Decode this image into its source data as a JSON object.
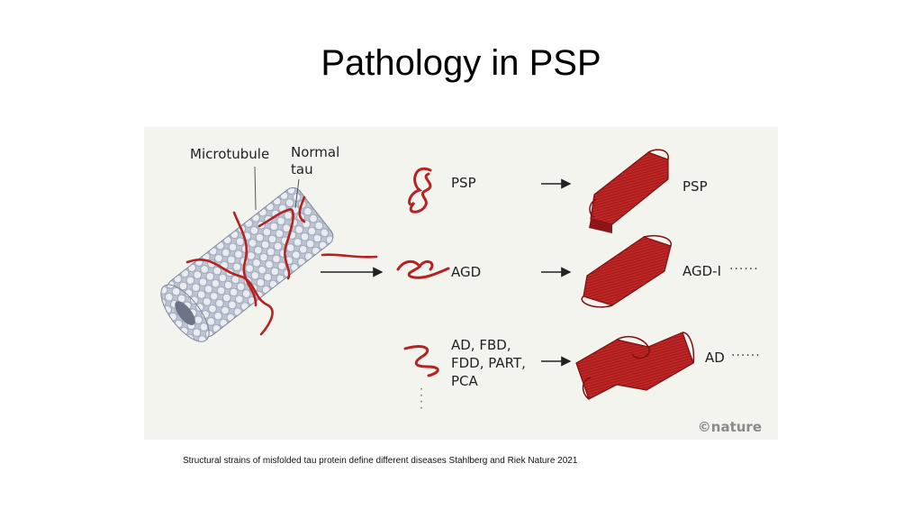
{
  "title": "Pathology in PSP",
  "figure": {
    "labels": {
      "microtubule": "Microtubule",
      "normal_tau": "Normal\ntau",
      "psp_left": "PSP",
      "agd_left": "AGD",
      "ad_group": "AD, FBD,\nFDD, PART,\nPCA",
      "psp_right": "PSP",
      "agd_right": "AGD-I",
      "ad_right": "AD",
      "ellipsis": "······",
      "vertical_ellipsis": "·\n·\n·\n·"
    },
    "credit": "©nature",
    "colors": {
      "tau_red": "#b52222",
      "fibril_red": "#c32626",
      "fibril_dark": "#7d1111",
      "microtubule": "#cfd6e2",
      "background": "#f4f4ee"
    }
  },
  "caption": "Structural strains of misfolded tau protein define different diseases Stahlberg and Riek Nature 2021"
}
